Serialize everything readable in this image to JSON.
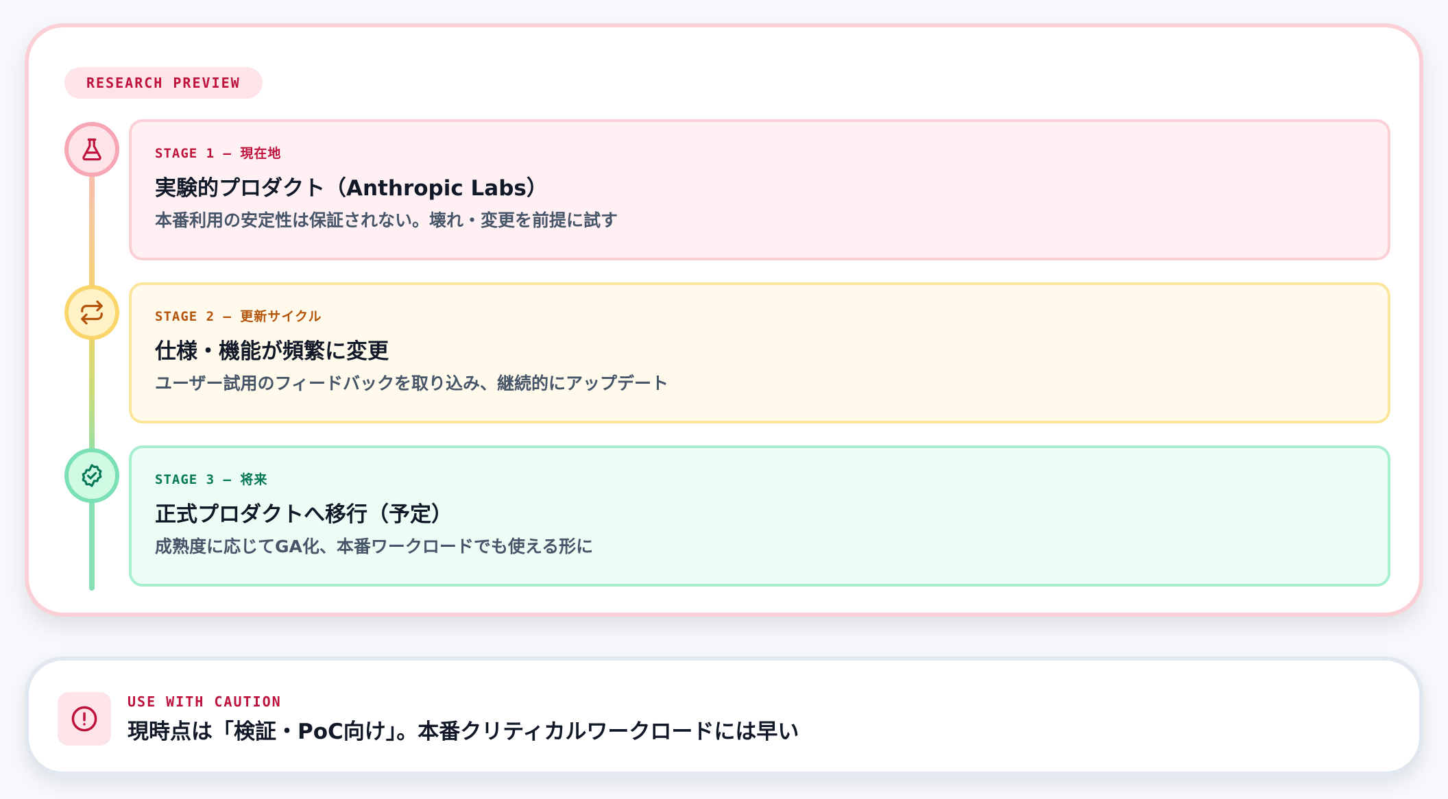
{
  "badge": {
    "label": "RESEARCH PREVIEW"
  },
  "stages": [
    {
      "label": "STAGE 1 – 現在地",
      "title": "実験的プロダクト（Anthropic Labs）",
      "description": "本番利用の安定性は保証されない。壊れ・変更を前提に試す",
      "icon": "flask-icon",
      "color": "#be123c"
    },
    {
      "label": "STAGE 2 – 更新サイクル",
      "title": "仕様・機能が頻繁に変更",
      "description": "ユーザー試用のフィードバックを取り込み、継続的にアップデート",
      "icon": "refresh-icon",
      "color": "#b45309"
    },
    {
      "label": "STAGE 3 – 将来",
      "title": "正式プロダクトへ移行（予定）",
      "description": "成熟度に応じてGA化、本番ワークロードでも使える形に",
      "icon": "verified-badge-icon",
      "color": "#047857"
    }
  ],
  "caution": {
    "label": "USE WITH CAUTION",
    "text": "現時点は「検証・PoC向け」。本番クリティカルワークロードには早い",
    "icon": "alert-circle-icon"
  }
}
